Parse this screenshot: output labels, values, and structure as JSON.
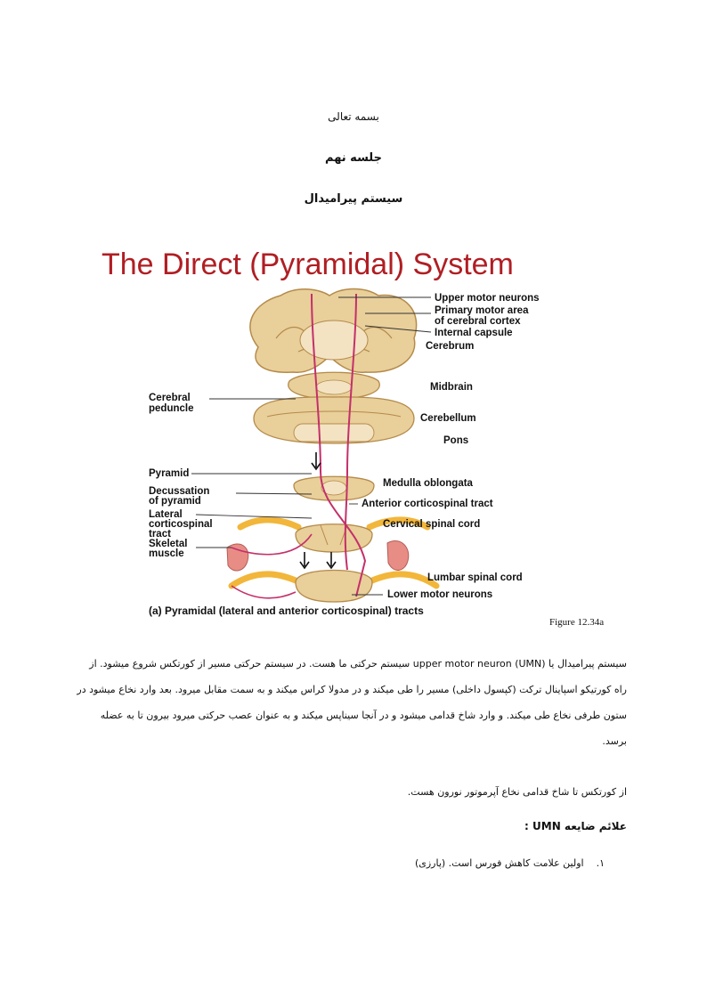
{
  "header": {
    "basmala": "بسمه تعالی",
    "session": "جلسه نهم",
    "topic": "سیستم پیرامیدال"
  },
  "figure": {
    "title": "The Direct (Pyramidal) System",
    "labels": {
      "upper_motor_neurons": "Upper motor neurons",
      "primary_motor_area_1": "Primary motor area",
      "primary_motor_area_2": "of cerebral cortex",
      "internal_capsule": "Internal capsule",
      "cerebrum": "Cerebrum",
      "midbrain": "Midbrain",
      "cerebral_peduncle_1": "Cerebral",
      "cerebral_peduncle_2": "peduncle",
      "cerebellum": "Cerebellum",
      "pons": "Pons",
      "pyramid": "Pyramid",
      "medulla": "Medulla oblongata",
      "decussation_1": "Decussation",
      "decussation_2": "of pyramid",
      "anterior_tract": "Anterior corticospinal tract",
      "lateral_1": "Lateral",
      "lateral_2": "corticospinal",
      "lateral_3": "tract",
      "cervical": "Cervical spinal cord",
      "skeletal_1": "Skeletal",
      "skeletal_2": "muscle",
      "lumbar": "Lumbar spinal cord",
      "lower_motor_neurons": "Lower motor neurons"
    },
    "caption": "(a) Pyramidal (lateral and anterior corticospinal) tracts",
    "figure_number": "Figure 12.34a"
  },
  "body": {
    "p1": "سیستم پیرامیدال یا upper motor neuron (UMN) سیستم حرکتی ما هست. در سیستم حرکتی مسیر از کورتکس شروع میشود. از راه کورتیکو اسپاینال ترکت (کپسول داخلی) مسیر را طی میکند و در مدولا کراس میکند و به سمت مقابل میرود. بعد وارد نخاع میشود در ستون طرفی نخاع طی میکند. و وارد شاخ قدامی میشود و در آنجا سیناپس میکند و به عنوان عصب حرکتی میرود بیرون تا به عضله برسد.",
    "p2": "از کورتکس تا شاخ قدامی نخاع آپرموتور نورون هست.",
    "signs_heading": "علائم ضایعه UMN :",
    "list": [
      {
        "number": "۱.",
        "text": "اولین علامت کاهش فورس است. (پارزی)"
      }
    ]
  },
  "colors": {
    "title_red": "#b01e23",
    "brain_tan": "#e9cf9a",
    "brain_gray": "#f3e3c3",
    "pathway_pink": "#c4306a",
    "nerve_yellow": "#f2b63a"
  }
}
